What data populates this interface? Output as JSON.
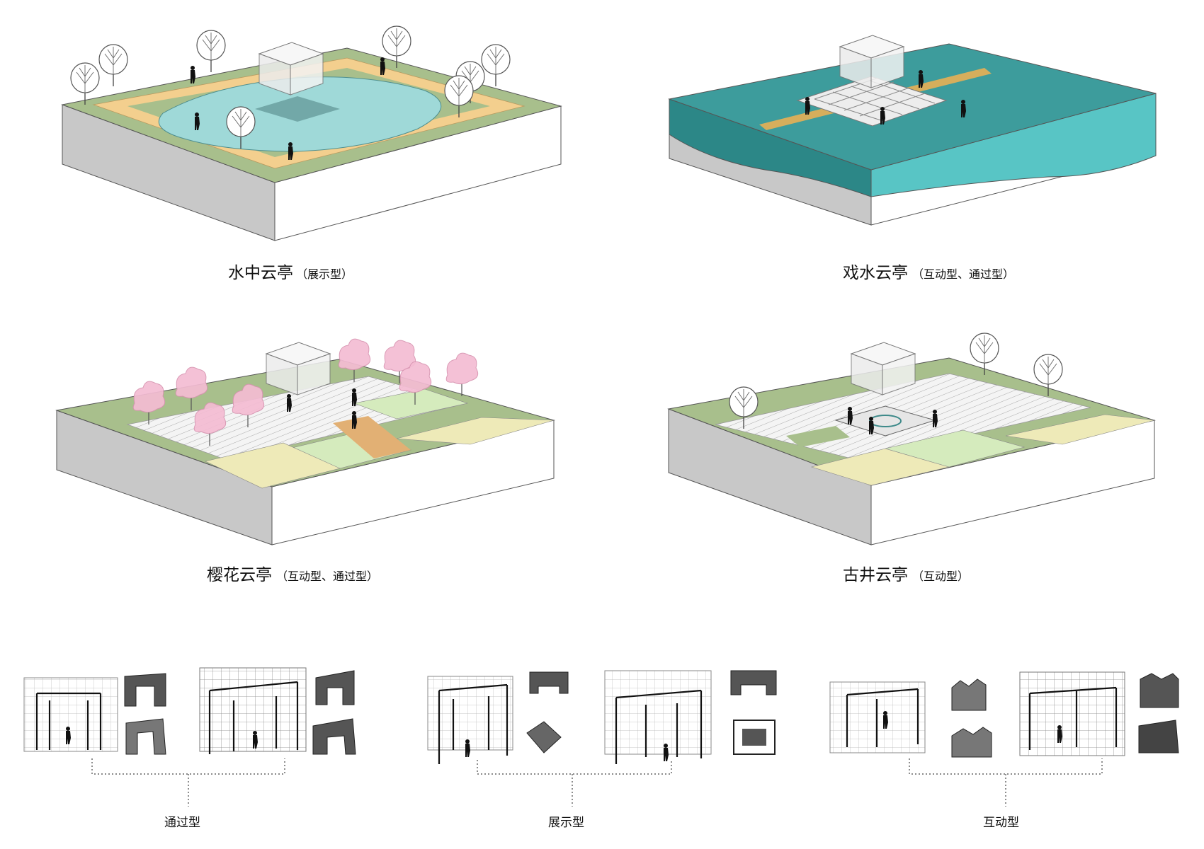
{
  "panels": [
    {
      "name": "水中云亭",
      "type": "（展示型）"
    },
    {
      "name": "戏水云亭",
      "type": "（互动型、通过型）"
    },
    {
      "name": "樱花云亭",
      "type": "（互动型、通过型）"
    },
    {
      "name": "古井云亭",
      "type": "（互动型）"
    }
  ],
  "types": [
    {
      "label": "通过型"
    },
    {
      "label": "展示型"
    },
    {
      "label": "互动型"
    }
  ],
  "colors": {
    "grass": "#a8bf8c",
    "path": "#f3cf8e",
    "pool": "#9fd9d8",
    "water": "#3d9c9c",
    "side_gray": "#c8c8c8",
    "blossom": "#f4bcd3",
    "light_green": "#d5ebbd",
    "light_yellow": "#eeeab8"
  }
}
